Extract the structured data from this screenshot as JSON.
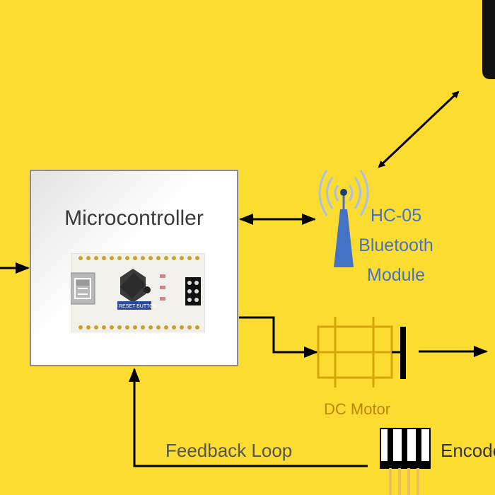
{
  "microcontroller": {
    "title": "Microcontroller",
    "reset_label": "RESET BUTTON"
  },
  "bluetooth": {
    "label": "HC-05 Bluetooth Module"
  },
  "motor": {
    "label": "DC Motor"
  },
  "feedback": {
    "label": "Feedback Loop"
  },
  "encoder": {
    "label": "Encoder"
  },
  "colors": {
    "background": "#FDDC32",
    "motor": "#D4A60A",
    "bluetooth": "#4472C4",
    "arrow": "#000000"
  }
}
